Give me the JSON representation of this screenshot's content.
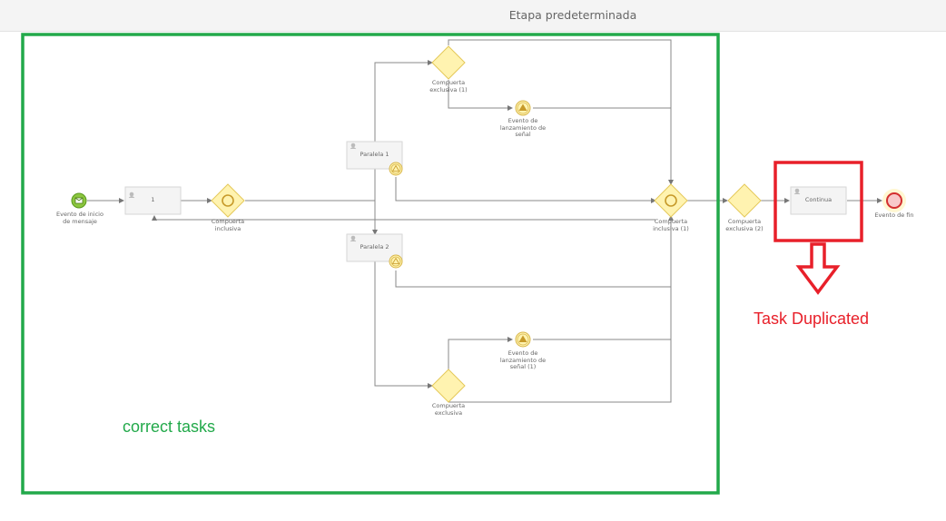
{
  "stage": {
    "title": "Etapa predeterminada"
  },
  "elements": {
    "start_event": "Evento de inicio de mensaje",
    "task_1": "1",
    "gateway_inclusive": "Compuerta inclusiva",
    "task_paralela_1": "Paralela 1",
    "task_paralela_2": "Paralela 2",
    "gateway_exclusive_1": "Compuerta exclusiva (1)",
    "gateway_exclusive": "Compuerta exclusiva",
    "signal_event_top": "Evento de lanzamiento de señal",
    "signal_event_bottom": "Evento de lanzamiento de señal (1)",
    "gateway_inclusive_1": "Compuerta inclusiva (1)",
    "gateway_exclusive_2": "Compuerta exclusiva (2)",
    "task_continua": "Continua",
    "end_event": "Evento de fin"
  },
  "annotations": {
    "correct": "correct tasks",
    "duplicated": "Task Duplicated"
  },
  "colors": {
    "correct_box": "#22a94a",
    "duplicated_box": "#e8202a",
    "gateway_fill": "#fff3b0",
    "gateway_stroke": "#e5c95a",
    "start_fill": "#8cc63f",
    "end_stroke": "#d32f2f"
  }
}
